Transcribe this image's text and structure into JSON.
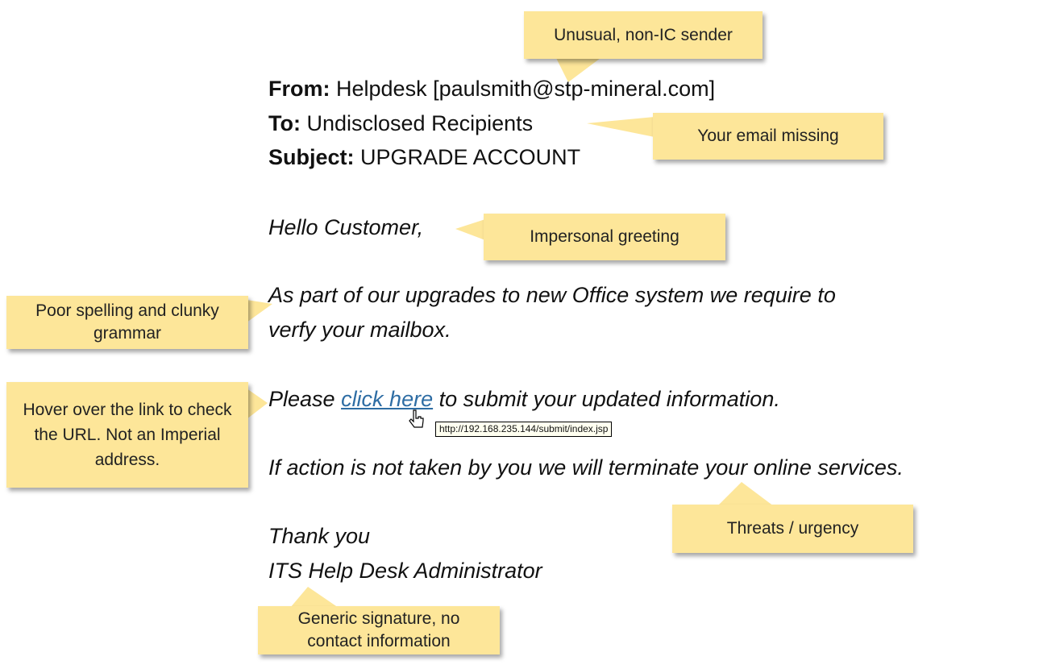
{
  "email": {
    "from_label": "From:",
    "from_value": "Helpdesk [paulsmith@stp-mineral.com]",
    "to_label": "To:",
    "to_value": "Undisclosed Recipients",
    "subject_label": "Subject:",
    "subject_value": "UPGRADE ACCOUNT",
    "greeting": "Hello Customer,",
    "para1_line1": "As part of our upgrades  to new Office system we require to",
    "para1_line2": "verfy your mailbox.",
    "para2_before": "Please ",
    "para2_link": "click here",
    "para2_after": " to submit your updated information.",
    "link_tooltip": "http://192.168.235.144/submit/index.jsp",
    "para3": "If action is not taken by you we will terminate your online services.",
    "closing": "Thank you",
    "signature": "ITS Help Desk Administrator"
  },
  "callouts": {
    "sender": "Unusual, non-IC sender",
    "recipient": "Your email missing",
    "greeting": "Impersonal greeting",
    "grammar": "Poor spelling and clunky grammar",
    "link": "Hover over the link to check the URL. Not an Imperial address.",
    "threat": "Threats / urgency",
    "signature": "Generic signature, no contact information"
  },
  "colors": {
    "callout": "#fde699",
    "link": "#2e6da4"
  }
}
